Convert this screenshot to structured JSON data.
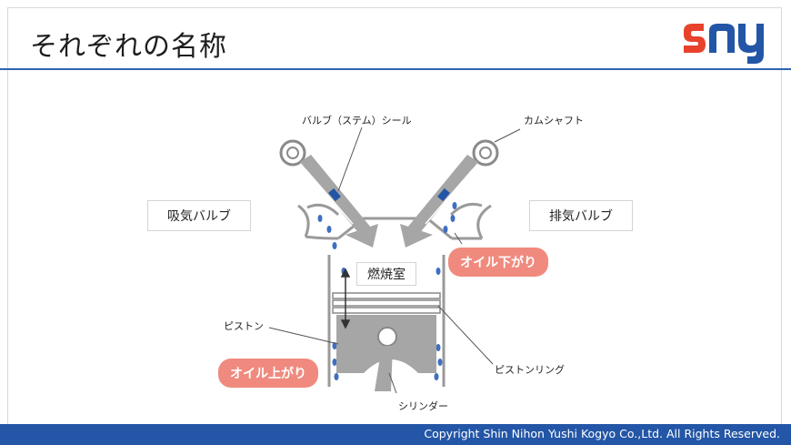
{
  "title": "それぞれの名称",
  "logo": {
    "text": "sny",
    "color_s": "#e8422d",
    "color_ny": "#2356a6"
  },
  "labels": {
    "intake_valve": "吸気バルブ",
    "exhaust_valve": "排気バルブ",
    "valve_seal": "バルブ（ステム）シール",
    "camshaft": "カムシャフト",
    "combustion_chamber": "燃焼室",
    "piston": "ピストン",
    "piston_ring": "ピストンリング",
    "cylinder": "シリンダー"
  },
  "callouts": {
    "oil_down": "オイル下がり",
    "oil_up": "オイル上がり"
  },
  "colors": {
    "accent_blue": "#2b63b1",
    "callout": "#f08a7e",
    "oil_drop": "#3f6fc2",
    "metal": "#9e9e9e"
  },
  "footer": "Copyright Shin Nihon Yushi Kogyo Co.,Ltd. All Rights Reserved."
}
